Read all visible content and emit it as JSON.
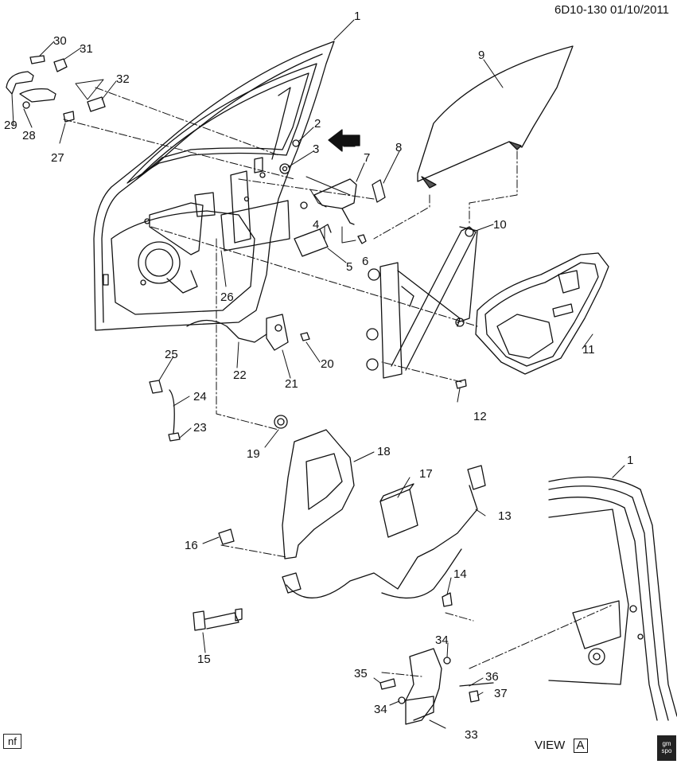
{
  "header": {
    "diagram_code": "6D10-130 01/10/2011"
  },
  "callouts": [
    "1",
    "2",
    "3",
    "4",
    "5",
    "6",
    "7",
    "8",
    "9",
    "10",
    "11",
    "12",
    "13",
    "14",
    "15",
    "16",
    "17",
    "18",
    "19",
    "20",
    "21",
    "22",
    "23",
    "24",
    "25",
    "26",
    "27",
    "28",
    "29",
    "30",
    "31",
    "32",
    "33",
    "34",
    "35",
    "36",
    "37"
  ],
  "callout_view_1": "1",
  "callout_34b": "34",
  "view_arrow_letter": "A",
  "footer": {
    "nf_tag": "nf",
    "view_label": "VIEW",
    "view_letter": "A",
    "logo_text_top": "gm",
    "logo_text_bottom": "spo"
  }
}
